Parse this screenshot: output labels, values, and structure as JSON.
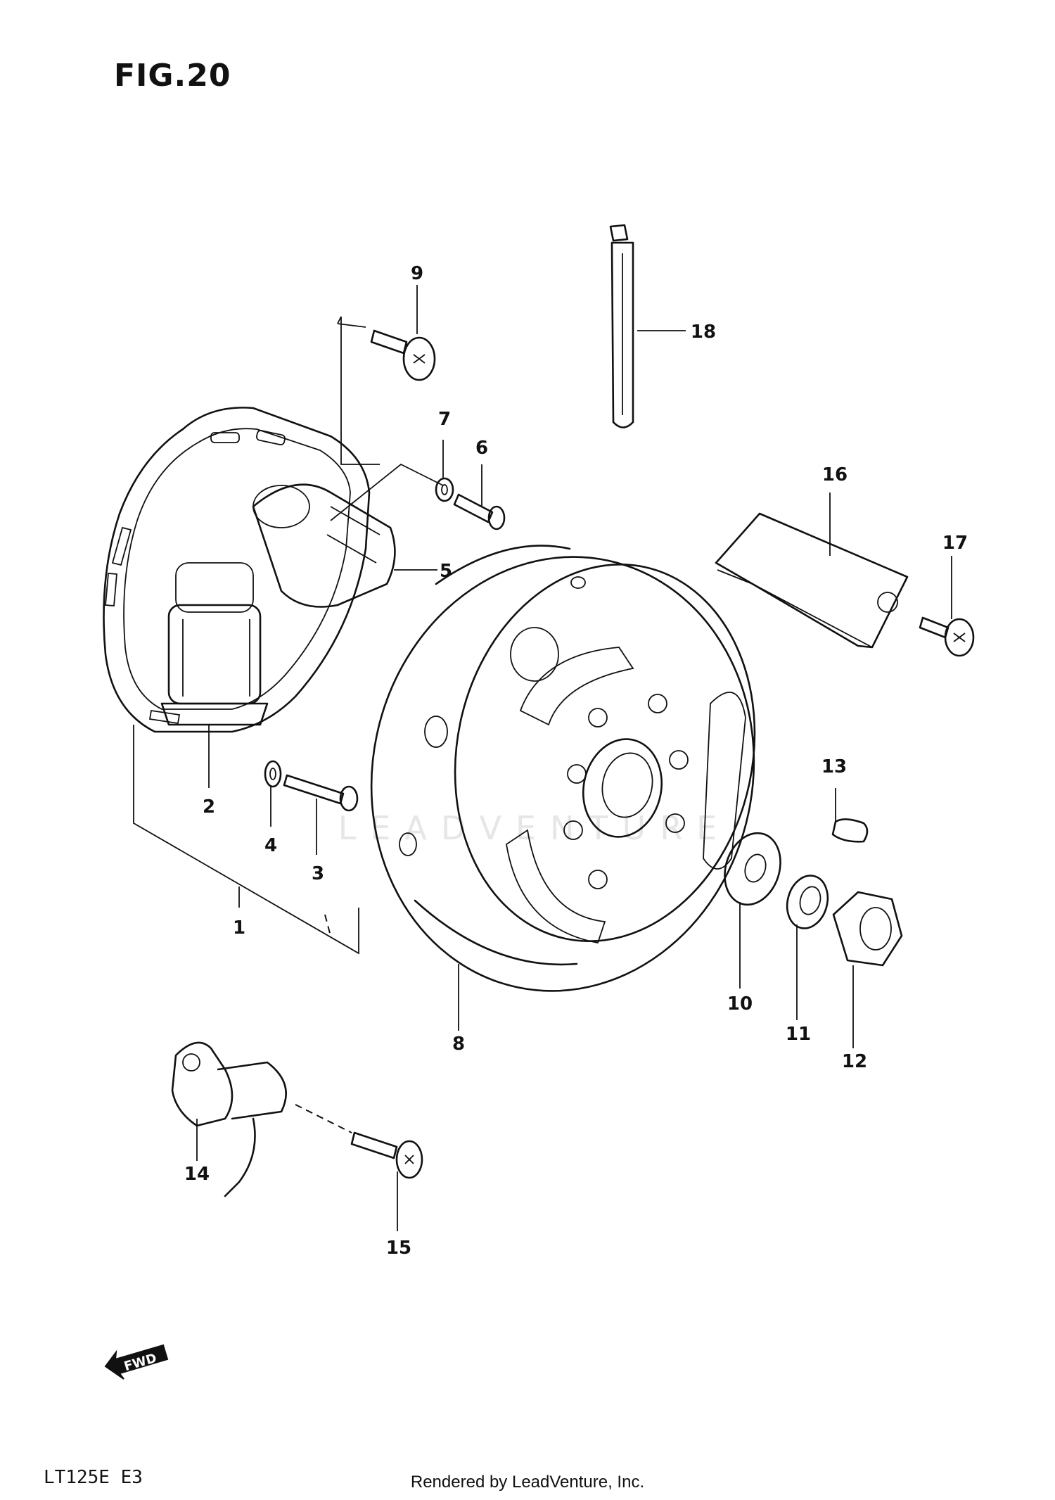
{
  "figure": {
    "title": "FIG.20"
  },
  "model_code": "LT125E E3",
  "footer": "Rendered by LeadVenture, Inc.",
  "watermark": "LEADVENTURE",
  "icons": {
    "fwd_arrow": "fwd-arrow-icon",
    "fwd_text": "FWD"
  },
  "callouts": {
    "c1": "1",
    "c2": "2",
    "c3": "3",
    "c4": "4",
    "c5": "5",
    "c6": "6",
    "c7": "7",
    "c8": "8",
    "c9": "9",
    "c10": "10",
    "c11": "11",
    "c12": "12",
    "c13": "13",
    "c14": "14",
    "c15": "15",
    "c16": "16",
    "c17": "17",
    "c18": "18"
  }
}
